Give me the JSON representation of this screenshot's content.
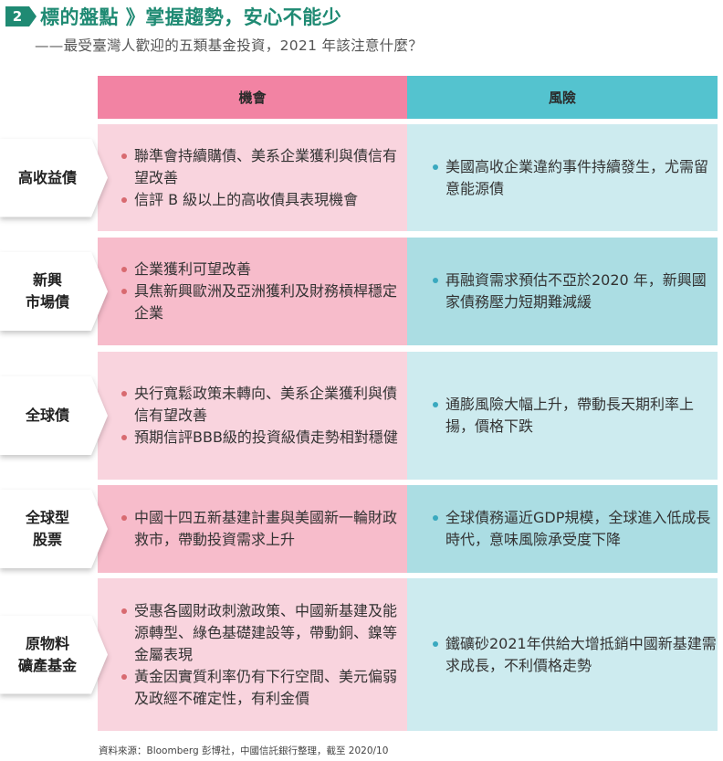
{
  "header": {
    "badge_number": "2",
    "title": "標的盤點 》掌握趨勢，安心不能少",
    "subtitle": "——最受臺灣人歡迎的五類基金投資，2021 年該注意什麼？"
  },
  "table": {
    "columns": {
      "opportunity": "機會",
      "risk": "風險"
    },
    "rows": [
      {
        "label_lines": [
          "高收益債"
        ],
        "opportunity": [
          "聯準會持續購債、美系企業獲利與債信有望改善",
          "信評 B 級以上的高收債具表現機會"
        ],
        "risk": [
          "美國高收企業違約事件持續發生，尤需留意能源債"
        ]
      },
      {
        "label_lines": [
          "新興",
          "市場債"
        ],
        "opportunity": [
          "企業獲利可望改善",
          "具焦新興歐洲及亞洲獲利及財務槓桿穩定企業"
        ],
        "risk": [
          "再融資需求預估不亞於2020 年，新興國家債務壓力短期難減緩"
        ]
      },
      {
        "label_lines": [
          "全球債"
        ],
        "opportunity": [
          "央行寬鬆政策未轉向、美系企業獲利與債信有望改善",
          "預期信評BBB級的投資級債走勢相對穩健"
        ],
        "risk": [
          "通膨風險大幅上升，帶動長天期利率上揚，價格下跌"
        ]
      },
      {
        "label_lines": [
          "全球型",
          "股票"
        ],
        "opportunity": [
          "中國十四五新基建計畫與美國新一輪財政救市，帶動投資需求上升"
        ],
        "risk": [
          "全球債務逼近GDP規模，全球進入低成長時代，意味風險承受度下降"
        ]
      },
      {
        "label_lines": [
          "原物料",
          "礦產基金"
        ],
        "opportunity": [
          "受惠各國財政刺激政策、中國新基建及能源轉型、綠色基礎建設等，帶動銅、鎳等金屬表現",
          "黃金因實質利率仍有下行空間、美元偏弱及政經不確定性，有利金價"
        ],
        "risk": [
          "鐵礦砂2021年供給大增抵銷中國新基建需求成長，不利價格走勢"
        ]
      }
    ]
  },
  "footnote": "資料來源：Bloomberg 彭博社，中國信託銀行整理，截至 2020/10",
  "colors": {
    "brand_green": "#1f8a73",
    "opportunity_header": "#f283a3",
    "risk_header": "#54c3cf",
    "opportunity_light": "#f9d4de",
    "opportunity_dark": "#f7bccb",
    "risk_light": "#cdebef",
    "risk_dark": "#abdde3"
  }
}
